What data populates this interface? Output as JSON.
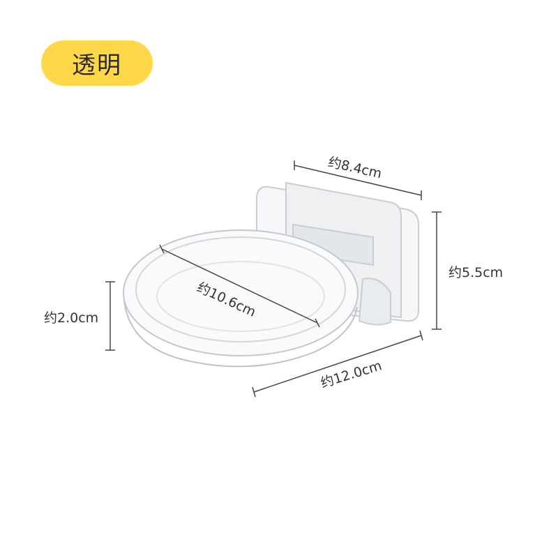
{
  "badge": {
    "label": "透明",
    "color": "#FFD84A"
  },
  "dimensions": {
    "width_top": "约8.4cm",
    "height_plate": "约5.5cm",
    "height_bowl": "约2.0cm",
    "bowl_diameter": "约10.6cm",
    "total_length": "约12.0cm"
  }
}
